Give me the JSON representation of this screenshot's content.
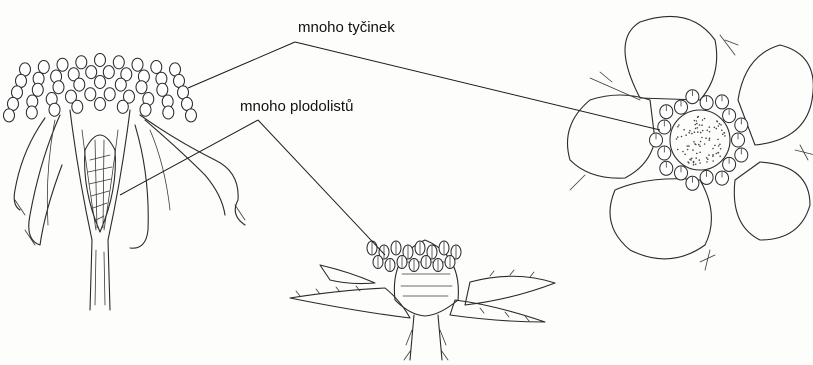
{
  "labels": {
    "stamens": "mnoho tyčinek",
    "carpels": "mnoho plodolistů"
  },
  "illustrations": [
    "flower-longitudinal-section",
    "flower-receptacle-cross-section",
    "flower-top-view"
  ],
  "colors": {
    "ink": "#2a2a2a",
    "paper": "#fdfdfc"
  }
}
